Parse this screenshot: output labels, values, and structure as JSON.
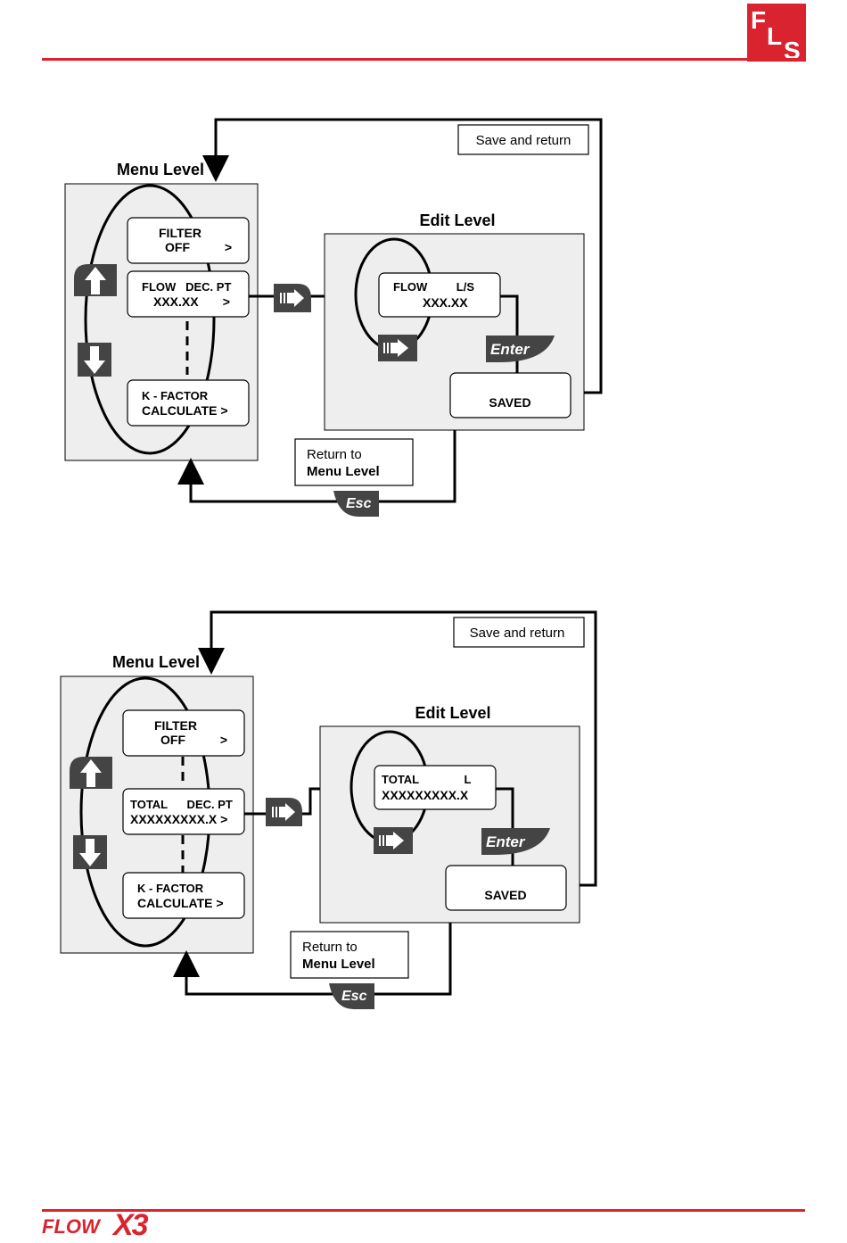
{
  "header": {
    "logo_text": "FLS"
  },
  "footer": {
    "brand_flow": "FLOW",
    "brand_x3": "X3"
  },
  "colors": {
    "brand_red": "#d9232e",
    "panel_gray": "#eeeeee",
    "button_dark": "#444444"
  },
  "diagrams": [
    {
      "menu_level_title": "Menu Level",
      "edit_level_title": "Edit Level",
      "save_return": "Save and return",
      "menu_box_1_line1": "FILTER",
      "menu_box_1_line2": "OFF          >",
      "menu_box_2_line1": "FLOW   DEC. PT",
      "menu_box_2_line2": "XXX.XX       >",
      "menu_box_3_line1": "K - FACTOR",
      "menu_box_3_line2": "CALCULATE >",
      "edit_box_line1": "FLOW         L/S",
      "edit_box_line2": "XXX.XX",
      "enter_label": "Enter",
      "saved_label": "SAVED",
      "return_line1": "Return to",
      "return_line2": "Menu Level",
      "esc_label": "Esc"
    },
    {
      "menu_level_title": "Menu Level",
      "edit_level_title": "Edit Level",
      "save_return": "Save and return",
      "menu_box_1_line1": "FILTER",
      "menu_box_1_line2": "OFF          >",
      "menu_box_2_line1": "TOTAL      DEC. PT",
      "menu_box_2_line2": "XXXXXXXXX.X >",
      "menu_box_3_line1": "K - FACTOR",
      "menu_box_3_line2": "CALCULATE >",
      "edit_box_line1": "TOTAL              L",
      "edit_box_line2": "XXXXXXXXX.X",
      "enter_label": "Enter",
      "saved_label": "SAVED",
      "return_line1": "Return to",
      "return_line2": "Menu Level",
      "esc_label": "Esc"
    }
  ]
}
